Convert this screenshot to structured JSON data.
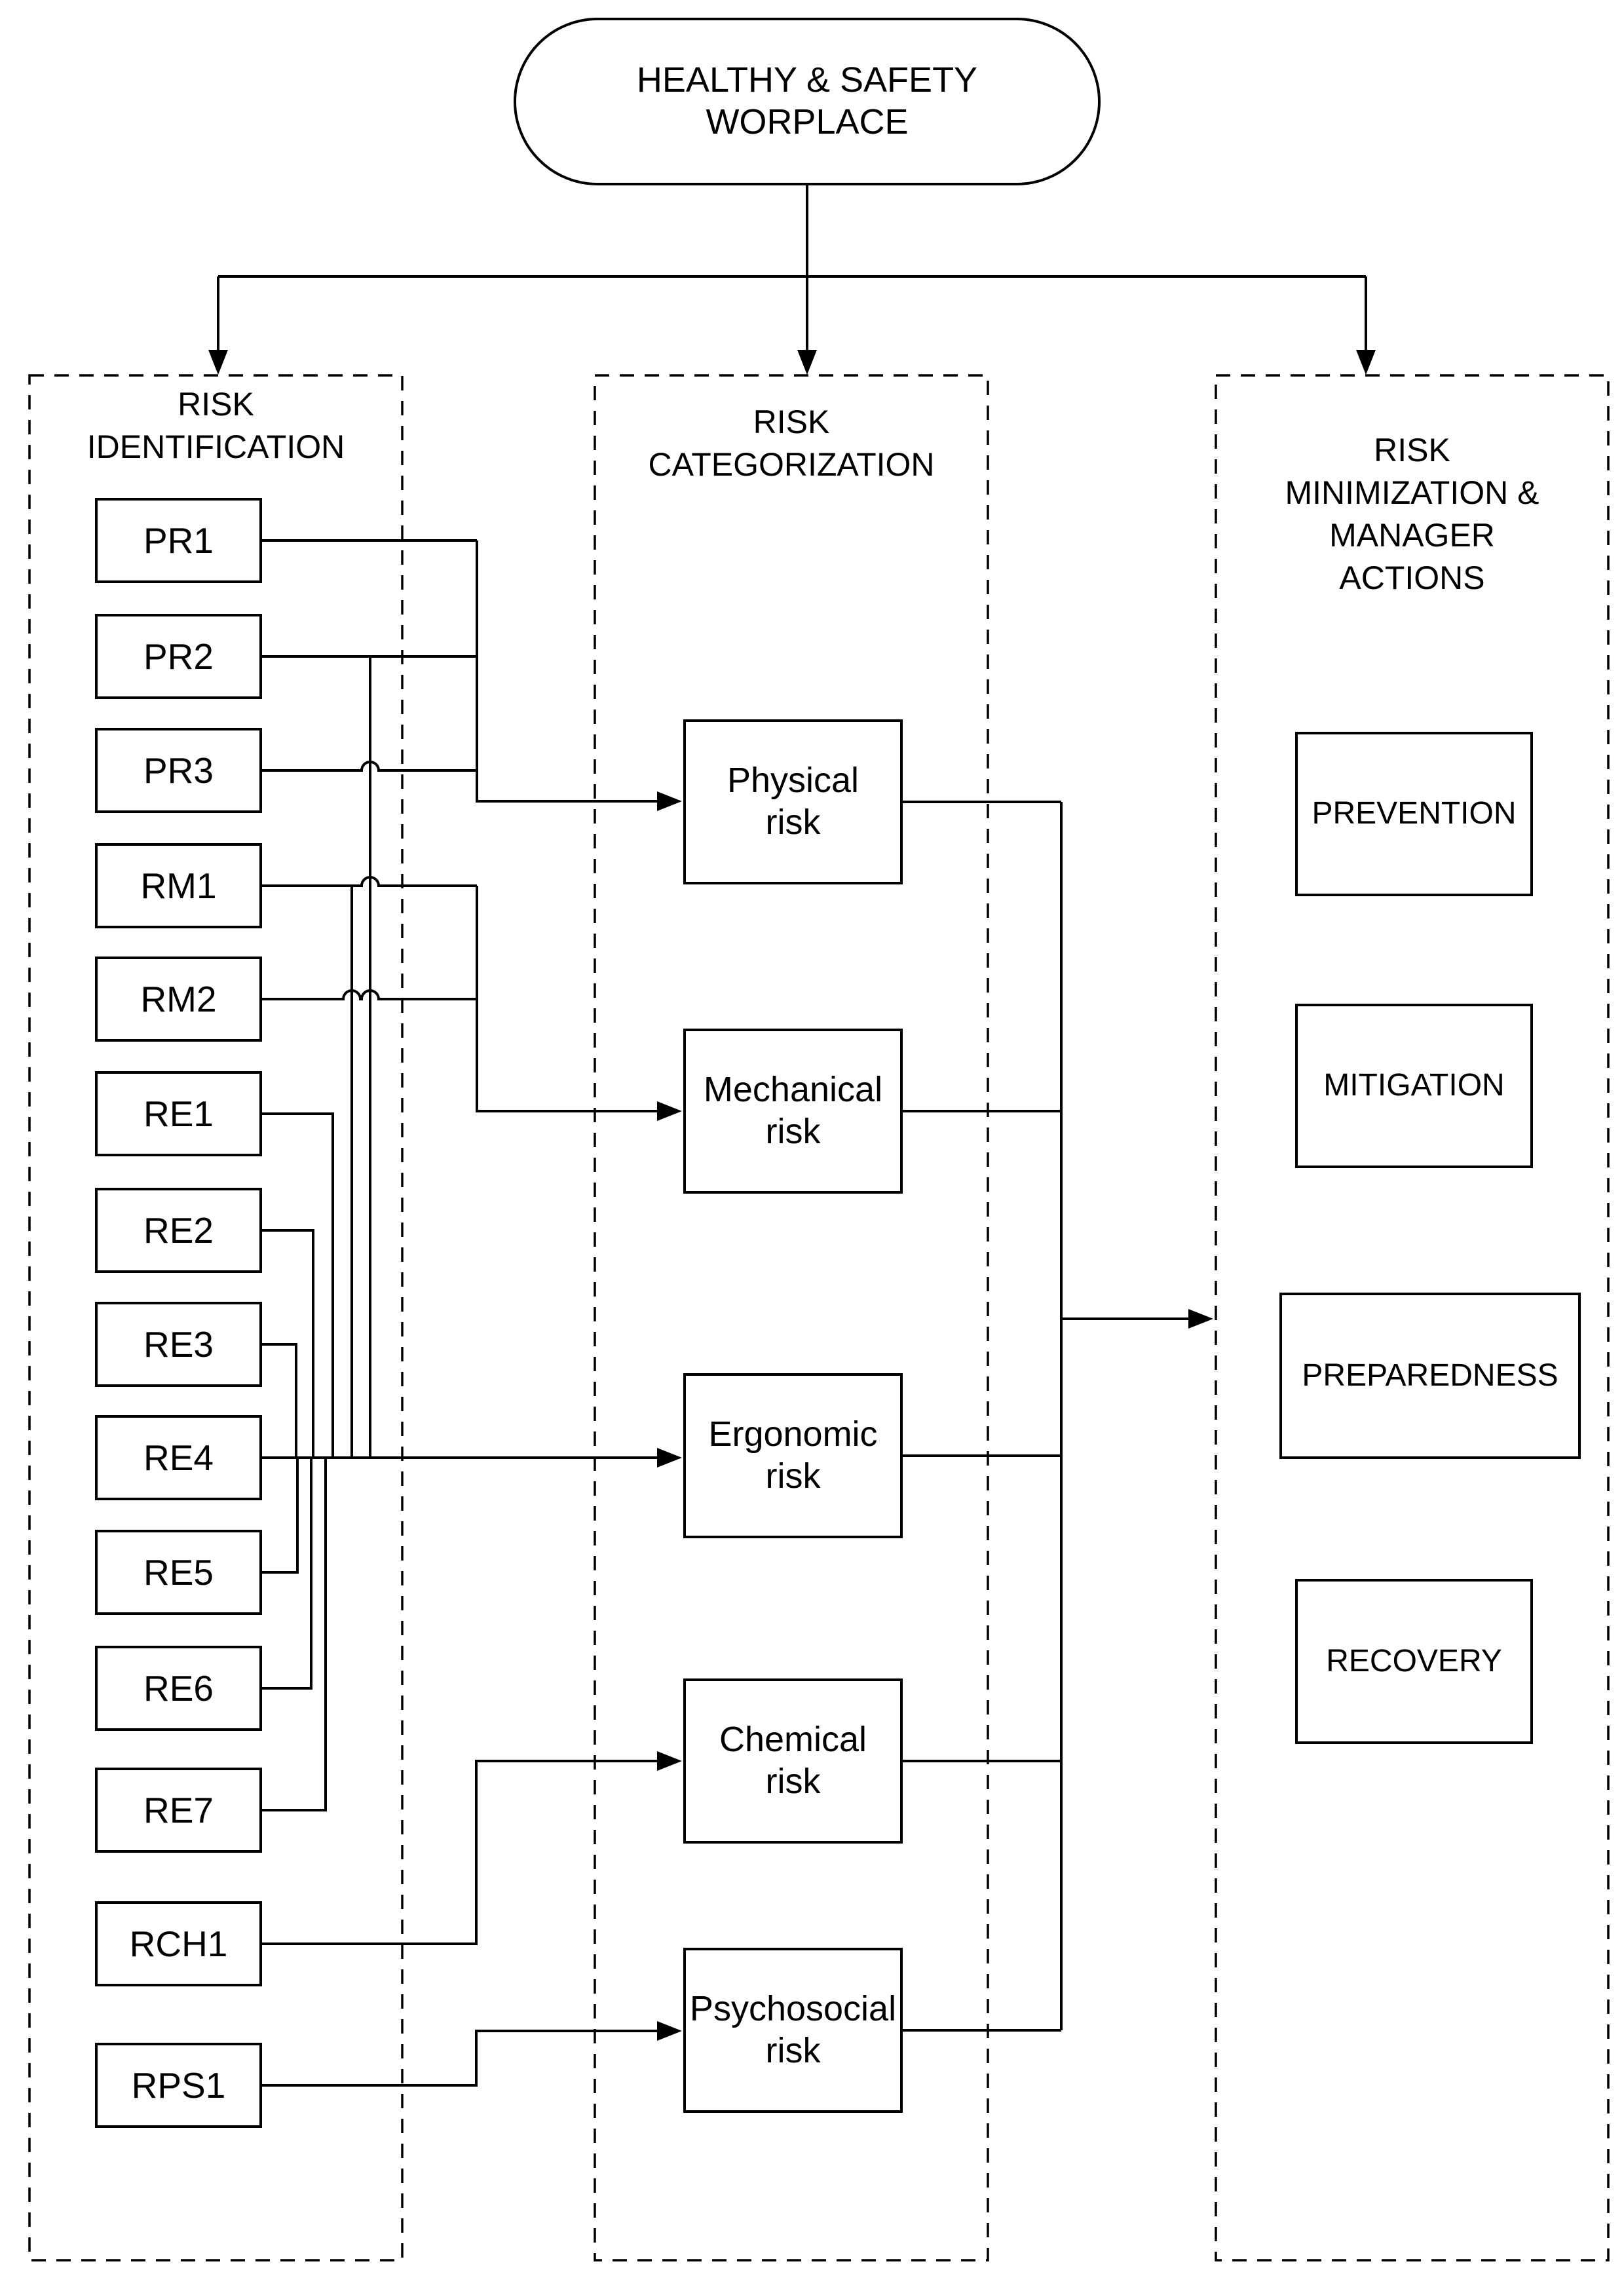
{
  "start": {
    "line1": "HEALTHY & SAFETY",
    "line2": "WORPLACE"
  },
  "columns": {
    "identification": {
      "title": [
        "RISK",
        "IDENTIFICATION"
      ],
      "items": {
        "pr1": "PR1",
        "pr2": "PR2",
        "pr3": "PR3",
        "rm1": "RM1",
        "rm2": "RM2",
        "re1": "RE1",
        "re2": "RE2",
        "re3": "RE3",
        "re4": "RE4",
        "re5": "RE5",
        "re6": "RE6",
        "re7": "RE7",
        "rch1": "RCH1",
        "rps1": "RPS1"
      }
    },
    "categorization": {
      "title": [
        "RISK",
        "CATEGORIZATION"
      ],
      "items": {
        "physical": {
          "line1": "Physical",
          "line2": "risk"
        },
        "mechanical": {
          "line1": "Mechanical",
          "line2": "risk"
        },
        "ergonomic": {
          "line1": "Ergonomic",
          "line2": "risk"
        },
        "chemical": {
          "line1": "Chemical",
          "line2": "risk"
        },
        "psychosocial": {
          "line1": "Psychosocial",
          "line2": "risk"
        }
      }
    },
    "actions": {
      "title": [
        "RISK",
        "MINIMIZATION &",
        "MANAGER",
        "ACTIONS"
      ],
      "items": {
        "prevention": "PREVENTION",
        "mitigation": "MITIGATION",
        "preparedness": "PREPAREDNESS",
        "recovery": "RECOVERY"
      }
    }
  },
  "colors": {
    "line": "#000000",
    "background": "#ffffff"
  }
}
